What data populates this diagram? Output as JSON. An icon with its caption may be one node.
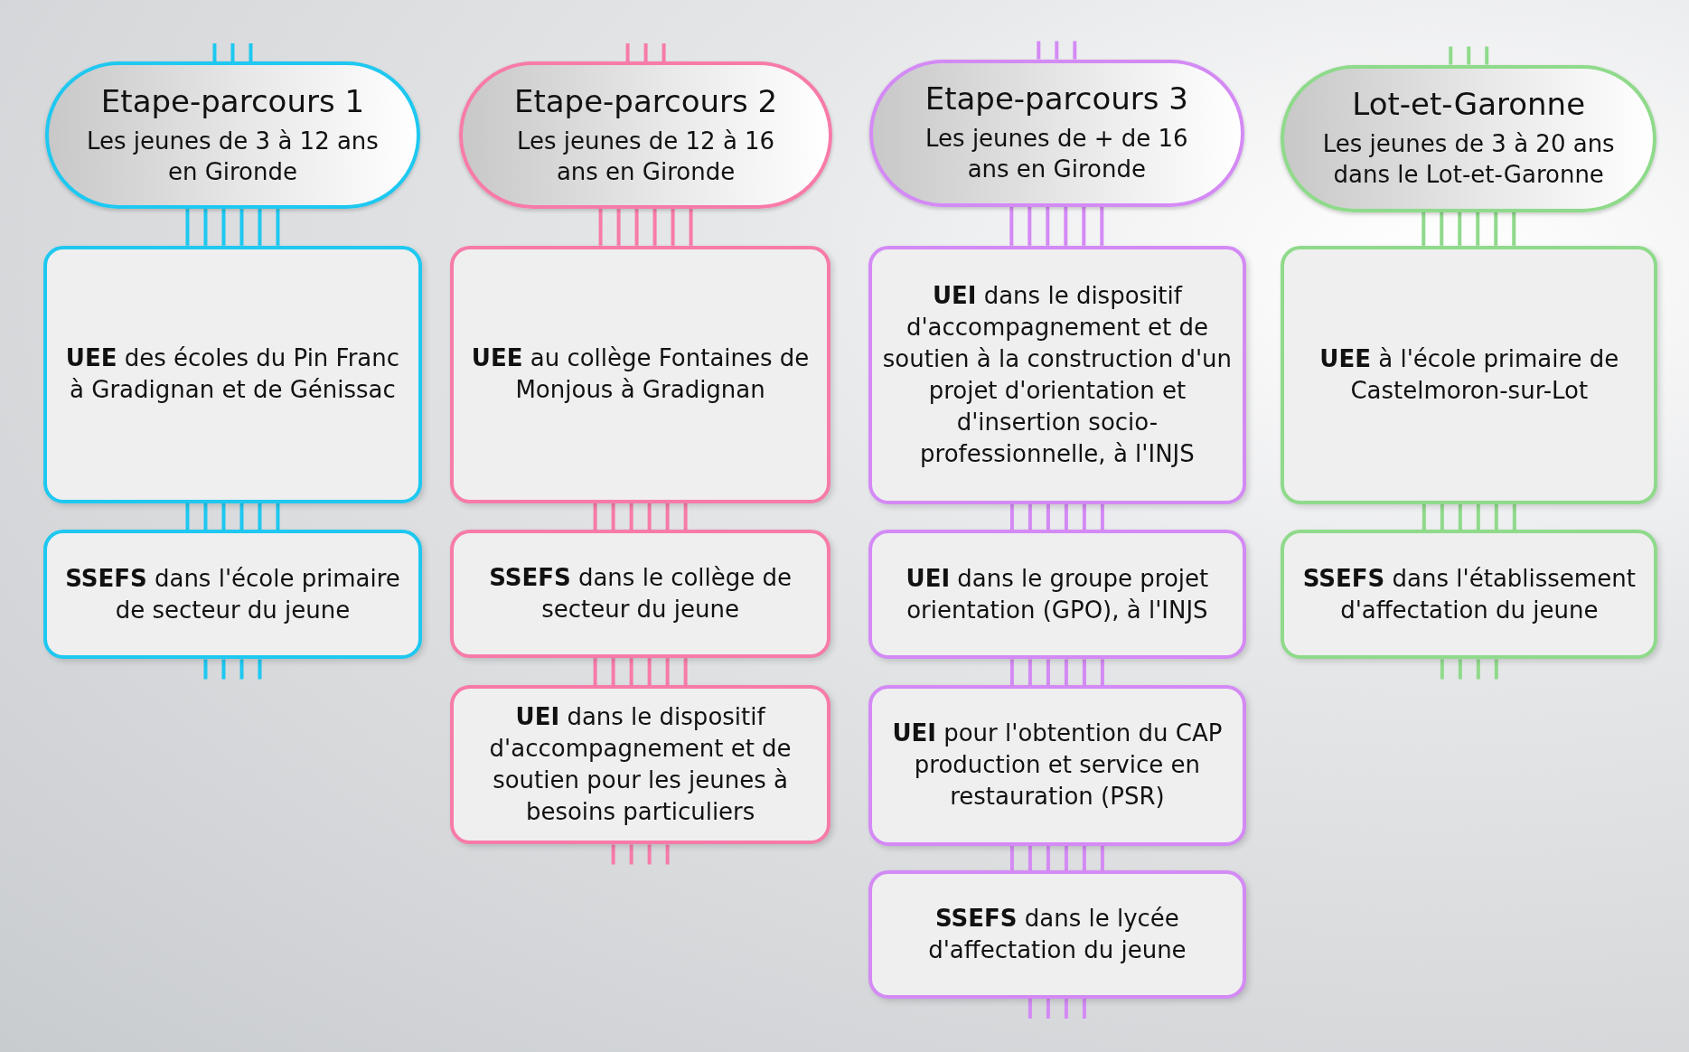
{
  "diagram": {
    "nodes": [
      {
        "text": [
          "Etape-parcours 1",
          "Les jeunes de 3 à 12 ans en Gironde"
        ]
      },
      {
        "text": [
          "**UEE** des écoles du Pin Franc à Gradignan et de Génissac"
        ]
      },
      {
        "text": [
          "**SSEFS** dans l'école primaire de secteur du jeune"
        ]
      },
      {
        "text": [
          "Etape-parcours 2",
          "Les jeunes de 12 à 16 ans en Gironde"
        ]
      },
      {
        "text": [
          "**UEE** au collège Fontaines de Monjous à Gradignan"
        ]
      },
      {
        "text": [
          "**SSEFS** dans le collège de secteur du jeune"
        ]
      },
      {
        "text": [
          "**UEI** dans le dispositif d'accompagnement et de soutien pour les jeunes à besoins particuliers"
        ]
      },
      {
        "text": [
          "Etape-parcours 3",
          "Les jeunes de + de 16 ans en Gironde"
        ]
      },
      {
        "text": [
          "**UEI** dans le dispositif d'accompagnement et de soutien à la construction d'un projet d'orientation et d'insertion socio-professionnelle, à l'INJS"
        ]
      },
      {
        "text": [
          "**UEI** dans le groupe projet orientation (GPO), à l'INJS"
        ]
      },
      {
        "text": [
          "**UEI** pour l'obtention du CAP production et service en restauration (PSR)"
        ]
      },
      {
        "text": [
          "**SSEFS** dans le lycée d'affectation du jeune"
        ]
      },
      {
        "text": [
          "Lot-et-Garonne",
          "Les jeunes de 3 à 20 ans dans le Lot-et-Garonne"
        ]
      },
      {
        "text": [
          "**UEE** à l'école primaire de Castelmoron-sur-Lot"
        ]
      },
      {
        "text": [
          "**SSEFS** dans l'établissement d'affectation du jeune"
        ]
      }
    ],
    "edges": [
      {
        "from": 0,
        "to": 1,
        "arrow": "none",
        "color": "#1ec8f0"
      },
      {
        "from": 1,
        "to": 2,
        "arrow": "none",
        "color": "#1ec8f0"
      },
      {
        "from": 3,
        "to": 4,
        "arrow": "none",
        "color": "#f77ba9"
      },
      {
        "from": 4,
        "to": 5,
        "arrow": "none",
        "color": "#f77ba9"
      },
      {
        "from": 5,
        "to": 6,
        "arrow": "none",
        "color": "#f77ba9"
      },
      {
        "from": 7,
        "to": 8,
        "arrow": "none",
        "color": "#d48af5"
      },
      {
        "from": 8,
        "to": 9,
        "arrow": "none",
        "color": "#d48af5"
      },
      {
        "from": 9,
        "to": 10,
        "arrow": "none",
        "color": "#d48af5"
      },
      {
        "from": 10,
        "to": 11,
        "arrow": "none",
        "color": "#d48af5"
      },
      {
        "from": 12,
        "to": 13,
        "arrow": "none",
        "color": "#8fda8b"
      },
      {
        "from": 13,
        "to": 14,
        "arrow": "none",
        "color": "#8fda8b"
      }
    ]
  }
}
